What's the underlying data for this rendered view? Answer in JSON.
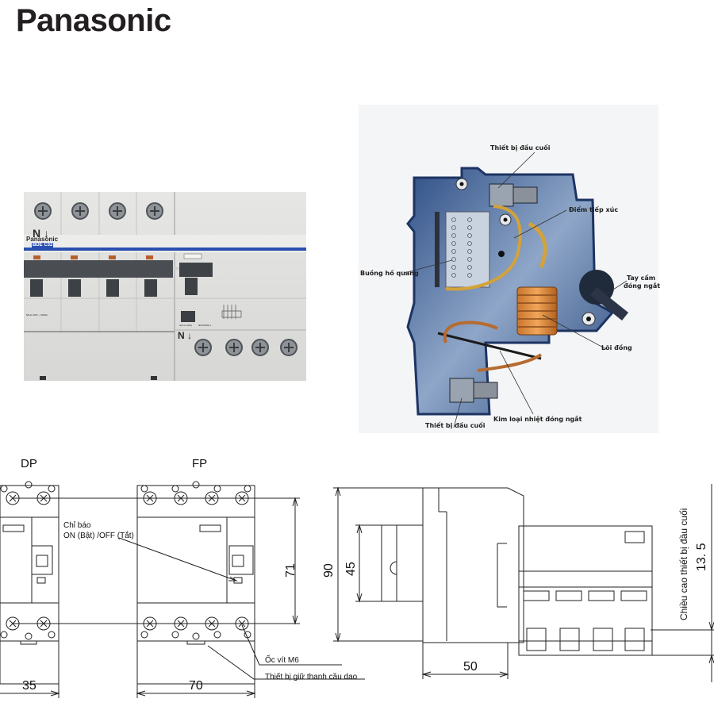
{
  "brand": {
    "logo_text": "Panasonic"
  },
  "product_photo": {
    "label_brand": "Panasonic",
    "model": "BDE C32",
    "terminal_marker_top": "N ↓",
    "terminal_marker_bottom": "N ↓",
    "rating_text": "50Hz 415V ~ 6000A",
    "test_button_label": "test monthly",
    "standard_text": "IEC61009-1",
    "poles": 4
  },
  "cutaway": {
    "labels": {
      "terminal_top": "Thiết bị đầu cuối",
      "contact_point": "Điểm tiếp xúc",
      "arc_chamber": "Buồng hồ quang",
      "operating_handle_line1": "Tay cầm",
      "operating_handle_line2": "đóng ngắt",
      "moving_core": "Lõi đồng",
      "bimetal_trip": "Kim loại nhiệt đóng ngắt",
      "terminal_bottom": "Thiết bị đầu cuối"
    }
  },
  "drawings": {
    "view_dp": "DP",
    "view_fp": "FP",
    "indicator_note_line1": "Chỉ báo",
    "indicator_note_line2": "ON (Bật) /OFF (Tắt)",
    "screw_note": "Ốc vít M6",
    "rail_clip_note": "Thiết bị giữ thanh cầu dao",
    "terminal_height_note": "Chiều cao thiết bị đầu cuối",
    "dimensions": {
      "dp_width": "35",
      "fp_width": "70",
      "terminal_spacing": "71",
      "overall_height": "90",
      "front_height": "45",
      "depth": "50",
      "terminal_height": "13. 5"
    }
  }
}
